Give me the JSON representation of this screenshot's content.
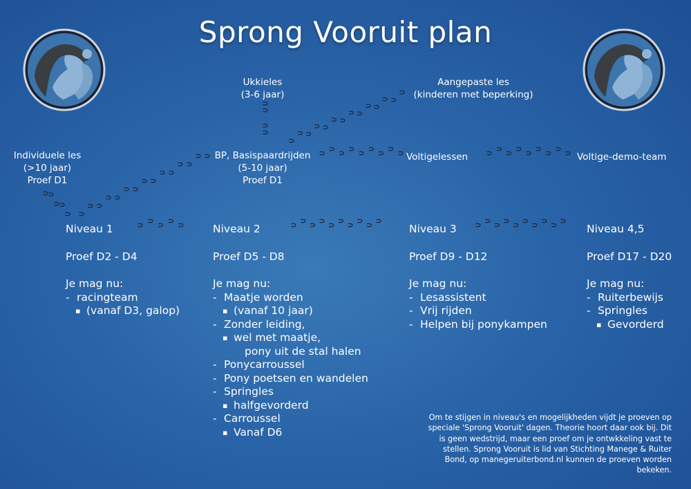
{
  "title": "Sprong Vooruit plan",
  "logo_left": {
    "icon": "horse-and-rider-logo-icon"
  },
  "logo_right": {
    "icon": "horse-and-rider-logo-icon"
  },
  "nodes": {
    "ukkieles": [
      "Ukkieles",
      "(3-6 jaar)"
    ],
    "aangepaste": [
      "Aangepaste les",
      "(kinderen met beperking)"
    ],
    "individuele": [
      "Individuele les",
      "(>10 jaar)",
      "Proef D1"
    ],
    "bp": [
      "BP, Basispaardrijden",
      "(5-10 jaar)",
      "Proef D1"
    ],
    "voltigelessen": "Voltigelessen",
    "voltige_demo": "Voltige-demo-team"
  },
  "levels": [
    {
      "name": "Niveau 1",
      "proef": "Proef D2 - D4",
      "mag_nu": "Je mag nu:",
      "items": [
        {
          "type": "dash",
          "text": "racingteam"
        },
        {
          "type": "bullet",
          "text": "(vanaf D3, galop)"
        }
      ]
    },
    {
      "name": "Niveau 2",
      "proef": "Proef D5 - D8",
      "mag_nu": "Je mag nu:",
      "items": [
        {
          "type": "dash",
          "text": "Maatje worden"
        },
        {
          "type": "bullet",
          "text": "(vanaf 10 jaar)"
        },
        {
          "type": "dash",
          "text": "Zonder leiding,"
        },
        {
          "type": "bullet",
          "text": "wel met maatje,"
        },
        {
          "type": "cont",
          "text": "pony uit de stal halen"
        },
        {
          "type": "dash",
          "text": "Ponycarroussel"
        },
        {
          "type": "dash",
          "text": "Pony poetsen en wandelen"
        },
        {
          "type": "dash",
          "text": "Springles"
        },
        {
          "type": "bullet",
          "text": "halfgevorderd"
        },
        {
          "type": "dash",
          "text": "Carroussel"
        },
        {
          "type": "bullet",
          "text": "Vanaf D6"
        }
      ]
    },
    {
      "name": "Niveau 3",
      "proef": "Proef D9 - D12",
      "mag_nu": "Je mag nu:",
      "items": [
        {
          "type": "dash",
          "text": "Lesassistent"
        },
        {
          "type": "dash",
          "text": "Vrij rijden"
        },
        {
          "type": "dash",
          "text": "Helpen bij ponykampen"
        }
      ]
    },
    {
      "name": "Niveau 4,5",
      "proef": "Proef D17 - D20",
      "mag_nu": "Je mag nu:",
      "items": [
        {
          "type": "dash",
          "text": "Ruiterbewijs"
        },
        {
          "type": "dash",
          "text": "Springles"
        },
        {
          "type": "bullet",
          "text": "Gevorderd"
        }
      ]
    }
  ],
  "footnote": "Om te stijgen in niveau's en mogelijkheden vijdt je proeven op speciale 'Sprong Vooruit' dagen. Theorie hoort daar ook bij. Dit is geen wedstrijd, maar een proef om je ontwkkeling vast te stellen. Sprong Vooruit is lid van Stichting Manege & Ruiter Bond, op manegeruiterbond.nl kunnen de proeven worden bekeken.",
  "colors": {
    "background": "#2a64a8",
    "text": "#ffffff",
    "horseshoe": "#1b2740"
  }
}
